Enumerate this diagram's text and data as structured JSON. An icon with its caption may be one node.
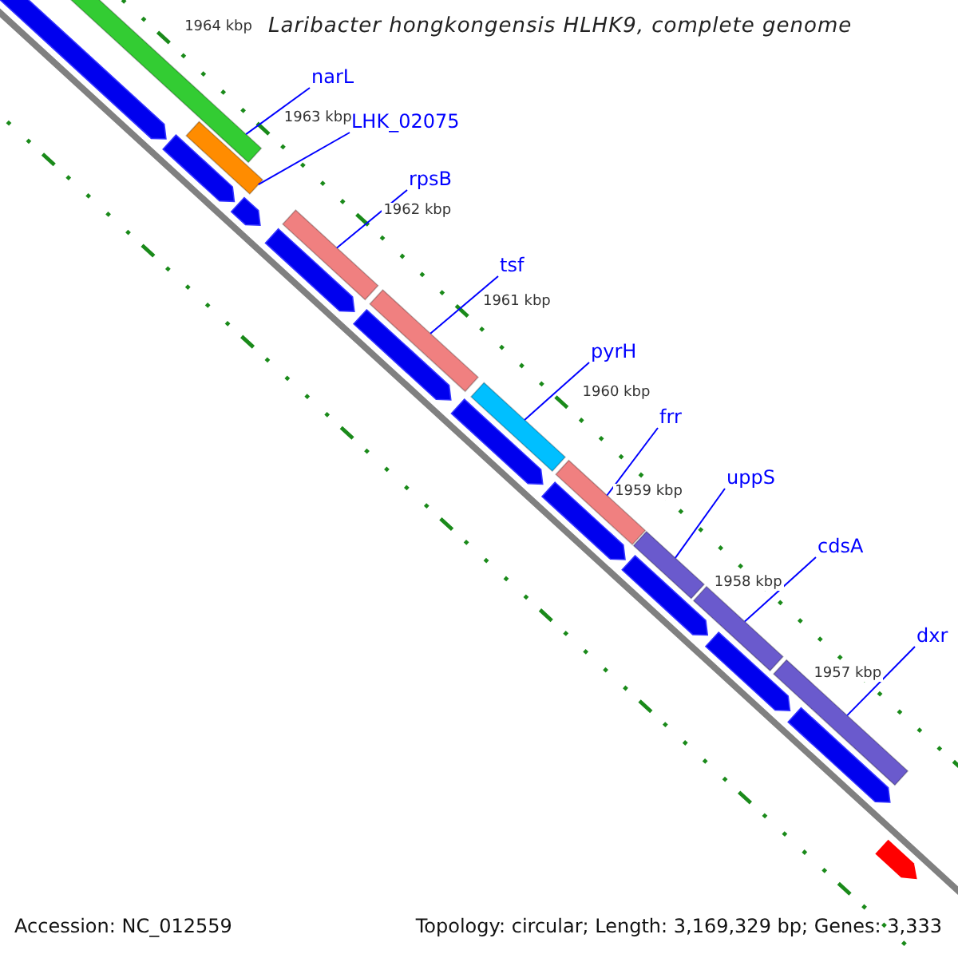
{
  "diagram": {
    "title": "Laribacter hongkongensis HLHK9, complete genome",
    "nodes": [
      {
        "text": [
          "narL"
        ]
      },
      {
        "text": [
          "LHK_02075"
        ]
      },
      {
        "text": [
          "rpsB"
        ]
      },
      {
        "text": [
          "tsf"
        ]
      },
      {
        "text": [
          "pyrH"
        ]
      },
      {
        "text": [
          "frr"
        ]
      },
      {
        "text": [
          "uppS"
        ]
      },
      {
        "text": [
          "cdsA"
        ]
      },
      {
        "text": [
          "dxr"
        ]
      },
      {
        "text": [],
        "shape": "bar"
      },
      {
        "text": [],
        "shape": "bar"
      },
      {
        "text": [],
        "shape": "bar"
      },
      {
        "text": [],
        "shape": "bar"
      },
      {
        "text": [],
        "shape": "bar"
      },
      {
        "text": [],
        "shape": "bar"
      },
      {
        "text": [],
        "shape": "bar"
      },
      {
        "text": [],
        "shape": "bar"
      },
      {
        "text": [],
        "shape": "bar"
      }
    ],
    "edges": [
      {
        "from": 0,
        "to": 9,
        "arrow": "none"
      },
      {
        "from": 1,
        "to": 10,
        "arrow": "none"
      },
      {
        "from": 2,
        "to": 11,
        "arrow": "none"
      },
      {
        "from": 3,
        "to": 12,
        "arrow": "none"
      },
      {
        "from": 4,
        "to": 13,
        "arrow": "none"
      },
      {
        "from": 5,
        "to": 14,
        "arrow": "none"
      },
      {
        "from": 6,
        "to": 15,
        "arrow": "none"
      },
      {
        "from": 7,
        "to": 16,
        "arrow": "none"
      },
      {
        "from": 8,
        "to": 17,
        "arrow": "none"
      }
    ],
    "labels": [
      "1964 kbp",
      "1963 kbp",
      "1962 kbp",
      "1961 kbp",
      "1960 kbp",
      "1959 kbp",
      "1958 kbp",
      "1957 kbp",
      "Accession: NC_012559",
      "Topology: circular; Length: 3,169,329 bp; Genes: 3,333"
    ]
  }
}
